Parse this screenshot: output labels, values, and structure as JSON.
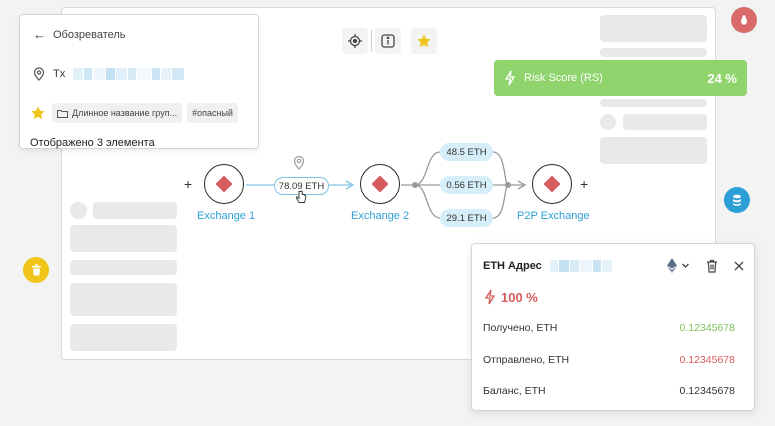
{
  "explorer": {
    "back_label": "Обозреватель",
    "tx_prefix": "Tx",
    "tag_group": "Длинное название груп...",
    "tag_danger": "#опасный",
    "count_text": "Отображено 3 элемента"
  },
  "risk": {
    "label": "Risk Score (RS)",
    "value": "24 %",
    "color": "#8fd46c"
  },
  "graph": {
    "nodes": [
      {
        "label": "Exchange 1"
      },
      {
        "label": "Exchange 2"
      },
      {
        "label": "P2P Exchange"
      }
    ],
    "edge_main": "78.09 ETH",
    "edges_split": [
      "48.5 ETH",
      "0.56 ETH",
      "29.1 ETH"
    ]
  },
  "eth_panel": {
    "title": "ETH Адрес",
    "score": "100 %",
    "rows": [
      {
        "label": "Получено, ETH",
        "value": "0.12345678"
      },
      {
        "label": "Отправлено, ETH",
        "value": "0.12345678"
      },
      {
        "label": "Баланс, ETH",
        "value": "0.12345678"
      }
    ]
  },
  "colors": {
    "accent": "#2e9fd6",
    "danger": "#d65c5c",
    "success": "#7cc35e",
    "warning": "#f0c419"
  }
}
